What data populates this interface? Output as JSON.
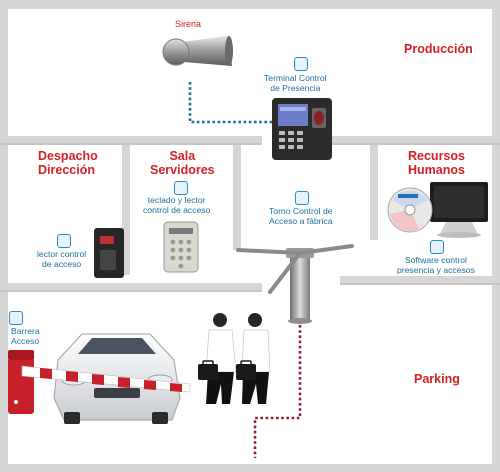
{
  "rooms": {
    "produccion": "Producción",
    "despacho_line1": "Despacho",
    "despacho_line2": "Dirección",
    "sala_line1": "Sala",
    "sala_line2": "Servidores",
    "rrhh_line1": "Recursos",
    "rrhh_line2": "Humanos",
    "parking": "Parking"
  },
  "devices": {
    "sirena": "Sirena",
    "terminal_line1": "Terminal Control",
    "terminal_line2": "de Presencia",
    "teclado_line1": "teclado y lector",
    "teclado_line2": "control de acceso",
    "lector_line1": "lector control",
    "lector_line2": "de acceso",
    "torno_line1": "Torno Control de",
    "torno_line2": "Acceso a fábrica",
    "software_line1": "Software control",
    "software_line2": "presencia y accesos",
    "barrera_line1": "Barrera",
    "barrera_line2": "Acceso"
  },
  "colors": {
    "room_title": "#d42026",
    "device_label": "#1c6f9c",
    "wall": "#d6d6d6",
    "connector": "#1c6f9c",
    "connector_parking": "#9b1b2a",
    "barrier_red": "#c8202a"
  },
  "icons": [
    "fingerprint-icon",
    "siren-icon",
    "terminal-icon",
    "keypad-icon",
    "turnstile-icon",
    "cd-icon",
    "monitor-icon",
    "car-icon",
    "barrier-icon",
    "person-icon",
    "briefcase-icon"
  ]
}
